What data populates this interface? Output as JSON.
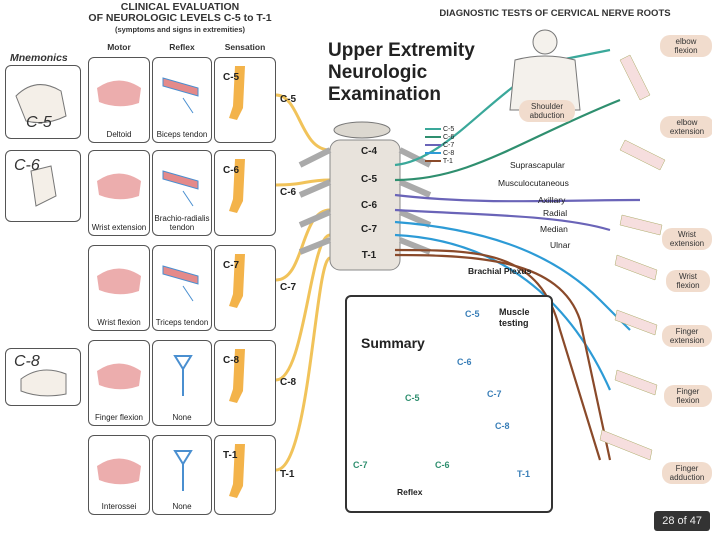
{
  "header": {
    "clinical_line1": "CLINICAL EVALUATION",
    "clinical_line2": "OF NEUROLOGIC LEVELS C-5 to T-1",
    "clinical_line3": "(symptoms and signs in extremities)",
    "diagnostic_title": "DIAGNOSTIC TESTS OF CERVICAL NERVE ROOTS",
    "main_title_line1": "Upper Extremity",
    "main_title_line2": "Neurologic",
    "main_title_line3": "Examination"
  },
  "columns": {
    "mnemonics": "Mnemonics",
    "motor": "Motor",
    "reflex": "Reflex",
    "sensation": "Sensation"
  },
  "mnemonic_labels": [
    "C-5",
    "C-6",
    "C-8"
  ],
  "rows": [
    {
      "level": "C-5",
      "motor": "Deltoid",
      "reflex": "Biceps tendon",
      "sensation": "C-5"
    },
    {
      "level": "C-6",
      "motor": "Wrist extension",
      "reflex": "Brachio-radialis tendon",
      "sensation": "C-6"
    },
    {
      "level": "C-7",
      "motor": "Wrist flexion",
      "reflex": "Triceps tendon",
      "sensation": "C-7"
    },
    {
      "level": "C-8",
      "motor": "Finger flexion",
      "reflex": "None",
      "sensation": "C-8"
    },
    {
      "level": "T-1",
      "motor": "Interossei",
      "reflex": "None",
      "sensation": "T-1"
    }
  ],
  "vertebrae": [
    "C-4",
    "C-5",
    "C-6",
    "C-7",
    "T-1"
  ],
  "legend": [
    {
      "label": "C-5",
      "color": "#3aa89a"
    },
    {
      "label": "C-6",
      "color": "#2f8f6f"
    },
    {
      "label": "C-7",
      "color": "#6a64b8"
    },
    {
      "label": "C-8",
      "color": "#2d9bd6"
    },
    {
      "label": "T-1",
      "color": "#8a4a2a"
    }
  ],
  "nerves": [
    "Suprascapular",
    "Musculocutaneous",
    "Axillary",
    "Radial",
    "Median",
    "Ulnar"
  ],
  "brachial_plexus": "Brachial Plexus",
  "tests": [
    "elbow flexion",
    "elbow extension",
    "Wrist extension",
    "Wrist flexion",
    "Finger extension",
    "Finger flexion",
    "Finger adduction"
  ],
  "shoulder_test": "Shoulder abduction",
  "summary": {
    "title": "Summary",
    "muscle_testing": "Muscle testing",
    "reflex": "Reflex",
    "labels": [
      "C-5",
      "C-6",
      "C-7",
      "C-8",
      "T-1",
      "C-5",
      "C-7",
      "C-6"
    ]
  },
  "page_indicator": "28 of 47",
  "colors": {
    "yellow_nerve": "#f1c35a",
    "muscle_red": "#e48a8a",
    "sensation_orange": "#f3b34a",
    "reflex_blue": "#4a8fd0"
  }
}
